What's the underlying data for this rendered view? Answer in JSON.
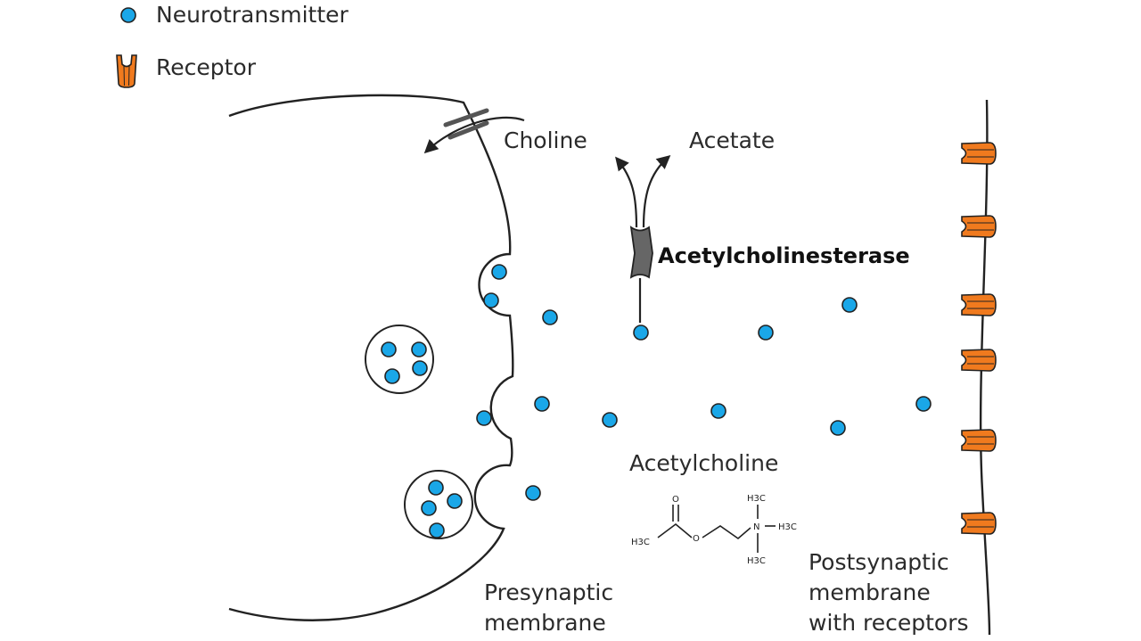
{
  "legend": {
    "neurotransmitter_label": "Neurotransmitter",
    "receptor_label": "Receptor"
  },
  "labels": {
    "choline": "Choline",
    "acetate": "Acetate",
    "enzyme": "Acetylcholinesterase",
    "acetylcholine": "Acetylcholine",
    "presynaptic_line1": "Presynaptic",
    "presynaptic_line2": "membrane",
    "postsynaptic_line1": "Postsynaptic",
    "postsynaptic_line2": "membrane",
    "postsynaptic_line3": "with receptors"
  },
  "structure": {
    "h3c_left": "H3C",
    "oxygen": "O",
    "carbonyl_oxygen": "O",
    "nitrogen": "N",
    "ch3_top": "H3C",
    "ch3_right": "H3C",
    "ch3_bottom": "H3C"
  },
  "colors": {
    "neurotransmitter": "#1aa7e8",
    "receptor": "#f07a1e",
    "enzyme": "#666666",
    "line": "#222222"
  }
}
